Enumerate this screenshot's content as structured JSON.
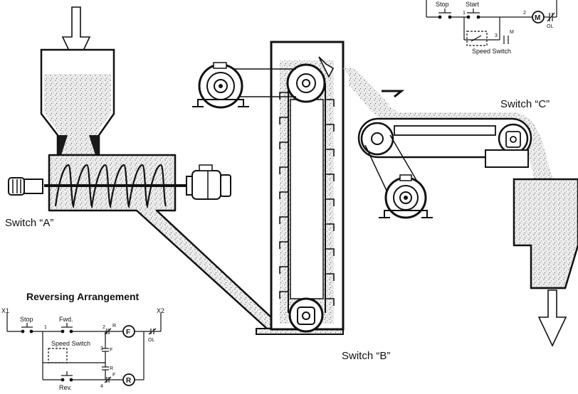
{
  "labels": {
    "switch_a": "Switch “A”",
    "switch_b": "Switch “B”",
    "switch_c": "Switch “C”"
  },
  "top_circuit": {
    "stop": "Stop",
    "start": "Start",
    "node1": "1",
    "node2": "2",
    "node3": "3",
    "motor": "M",
    "aux_contact": "M",
    "ol": "OL",
    "speed_switch": "Speed Switch"
  },
  "reversing": {
    "title": "Reversing Arrangement",
    "x1": "X1",
    "x2": "X2",
    "stop": "Stop",
    "fwd": "Fwd.",
    "rev": "Rev.",
    "speed_switch": "Speed Switch",
    "n1": "1",
    "n2": "2",
    "n3": "3",
    "n4": "4",
    "forward_coil": "F",
    "reverse_coil": "R",
    "contact_r1": "R",
    "contact_f1": "F",
    "contact_r2": "R",
    "contact_f2": "F",
    "ol": "OL"
  },
  "colors": {
    "line": "#111111",
    "fill": "#ffffff",
    "material": "#9a9a9a",
    "dark": "#1a1a1a"
  }
}
